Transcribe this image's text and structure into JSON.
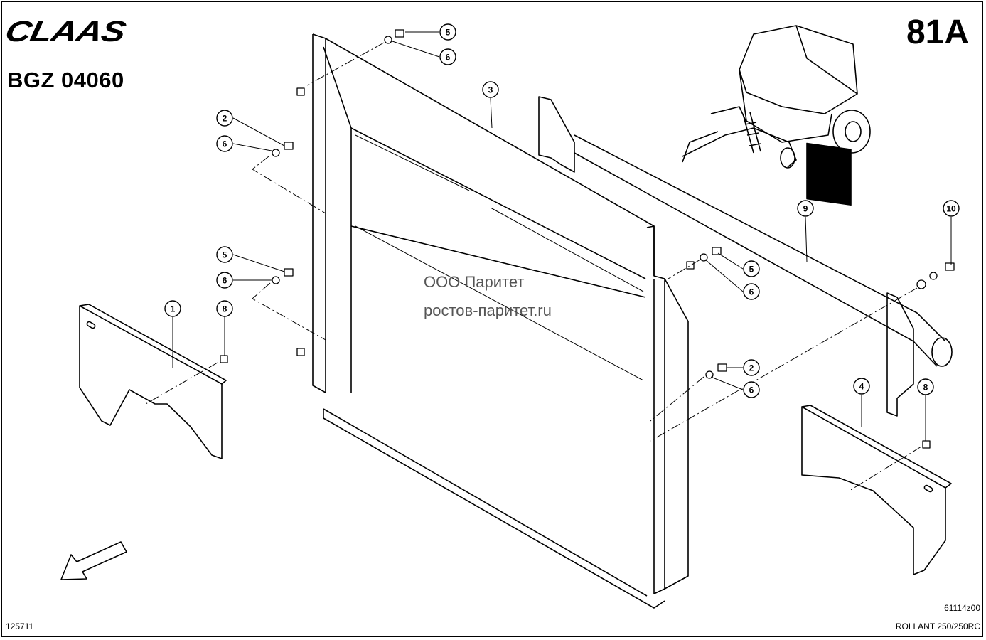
{
  "header": {
    "brand": "CLAAS",
    "doc_code": "BGZ 04060",
    "page": "81A"
  },
  "watermark": {
    "line1": "ООО Паритет",
    "line2": "ростов-паритет.ru"
  },
  "footer": {
    "left_code": "125711",
    "drawing_code": "61114z00",
    "model": "ROLLANT 250/250RC"
  },
  "callouts": [
    "5",
    "6",
    "3",
    "2",
    "6",
    "9",
    "10",
    "5",
    "6",
    "5",
    "6",
    "1",
    "8",
    "2",
    "6",
    "4",
    "8"
  ],
  "icons": {
    "direction": "arrow-down-left-icon"
  }
}
